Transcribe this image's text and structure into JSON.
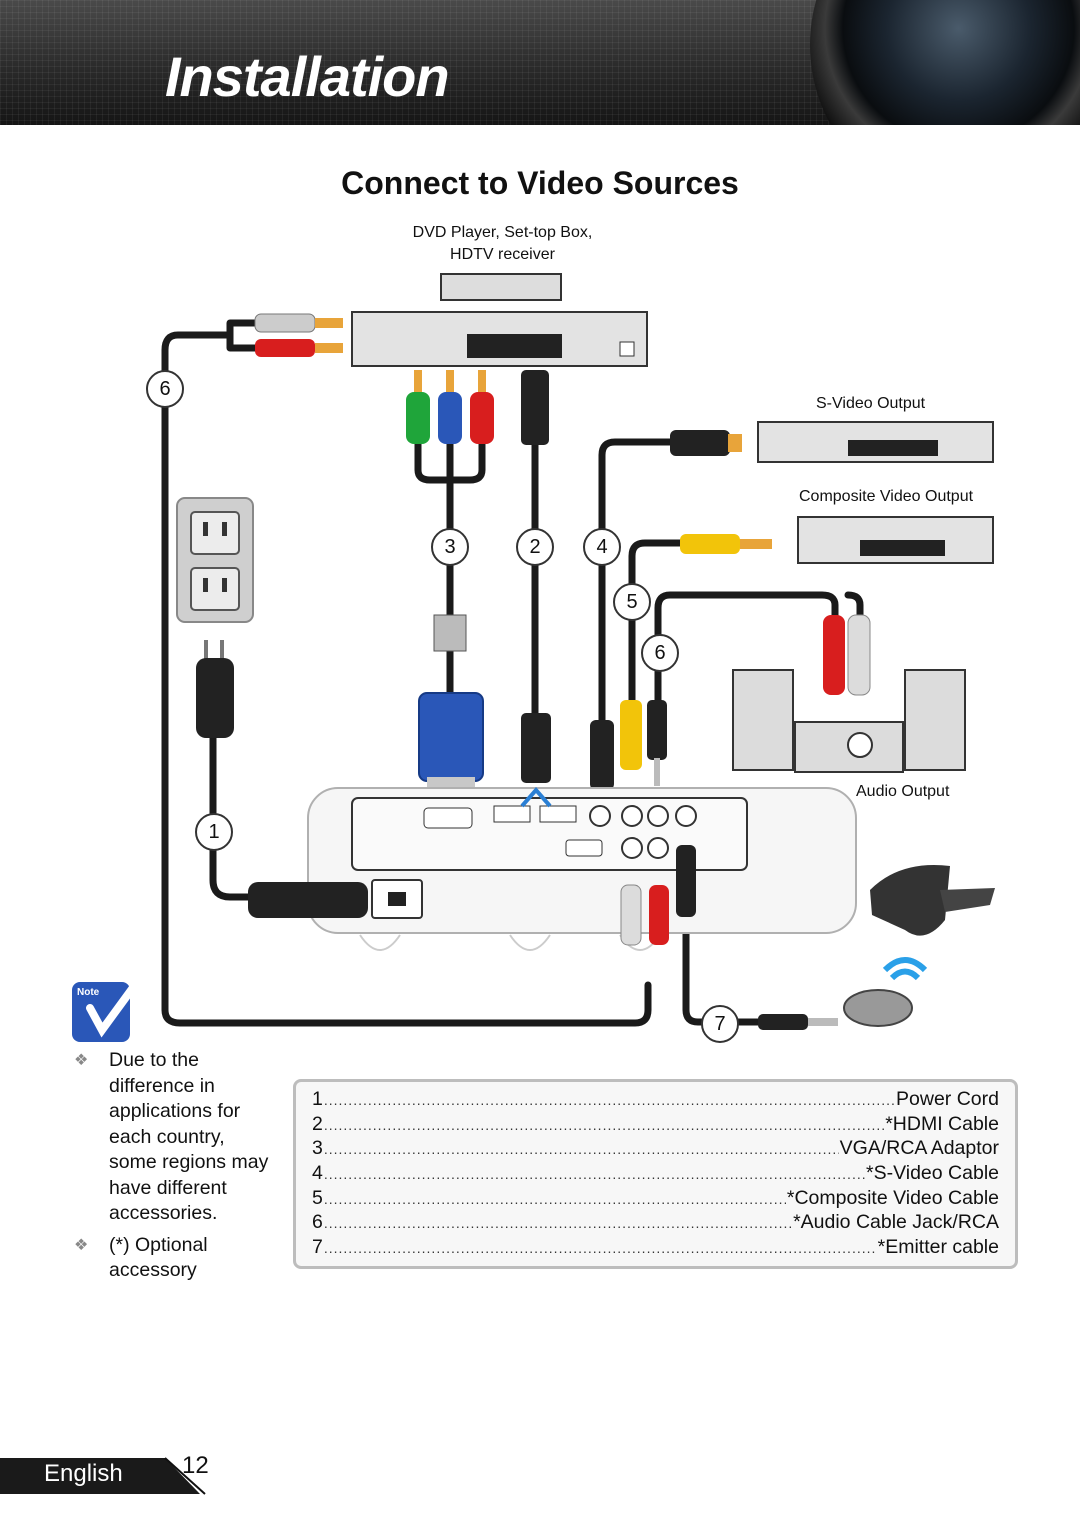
{
  "header": {
    "section_title": "Installation"
  },
  "page": {
    "title": "Connect to Video Sources"
  },
  "devices": {
    "dvd_line1": "DVD Player, Set-top Box,",
    "dvd_line2": "HDTV receiver",
    "svideo_output": "S-Video Output",
    "composite_output": "Composite Video Output",
    "audio_output": "Audio Output"
  },
  "callouts": [
    "6",
    "3",
    "2",
    "4",
    "5",
    "6",
    "1",
    "7"
  ],
  "note": {
    "badge": "Note",
    "items": [
      "Due to the difference in applications for each country, some regions may have different accessories.",
      "(*) Optional accessory"
    ]
  },
  "legend": [
    {
      "num": "1",
      "name": "Power Cord"
    },
    {
      "num": "2",
      "name": "*HDMI Cable"
    },
    {
      "num": "3",
      "name": "VGA/RCA Adaptor"
    },
    {
      "num": "4",
      "name": "*S-Video Cable"
    },
    {
      "num": "5",
      "name": "*Composite Video Cable"
    },
    {
      "num": "6",
      "name": "*Audio Cable Jack/RCA"
    },
    {
      "num": "7",
      "name": "*Emitter cable"
    }
  ],
  "footer": {
    "language": "English",
    "page_number": "12"
  },
  "colors": {
    "header_dark": "#222222",
    "cable": "#1a1a1a",
    "accent_blue": "#2a57b8",
    "rca_red": "#d81e1e",
    "rca_yellow": "#f2c40a",
    "rca_green": "#1fa53a"
  }
}
